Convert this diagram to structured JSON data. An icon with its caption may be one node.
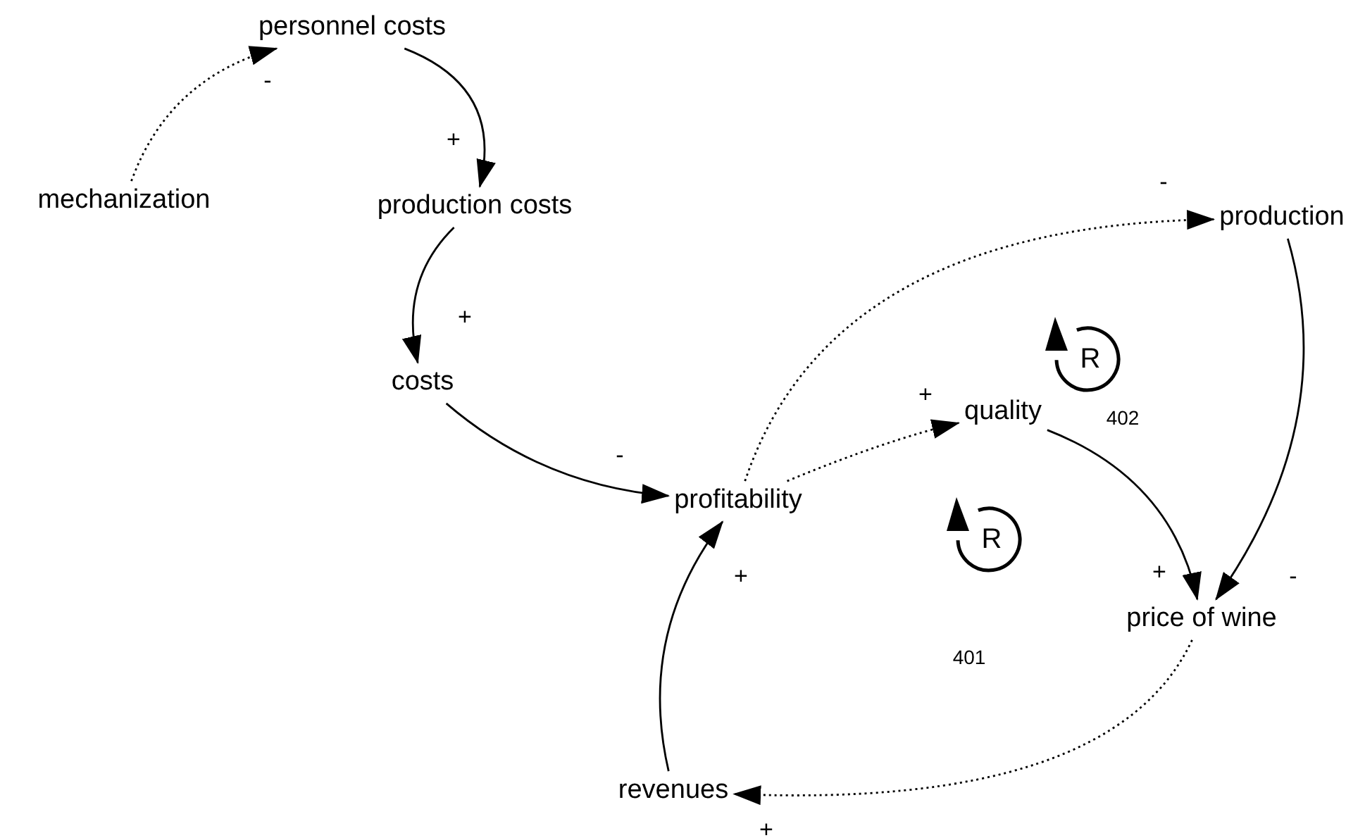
{
  "diagram": {
    "nodes": [
      {
        "text": [
          "personnel costs"
        ]
      },
      {
        "text": [
          "mechanization"
        ]
      },
      {
        "text": [
          "production costs"
        ]
      },
      {
        "text": [
          "costs"
        ]
      },
      {
        "text": [
          "profitability"
        ]
      },
      {
        "text": [
          "production"
        ]
      },
      {
        "text": [
          "quality"
        ]
      },
      {
        "text": [
          "price of wine"
        ]
      },
      {
        "text": [
          "revenues"
        ]
      }
    ],
    "edges": [
      {
        "from": 1,
        "to": 0,
        "arrow": "to",
        "label": "-",
        "style": "dashed"
      },
      {
        "from": 0,
        "to": 2,
        "arrow": "to",
        "label": "+"
      },
      {
        "from": 2,
        "to": 3,
        "arrow": "to",
        "label": "+"
      },
      {
        "from": 3,
        "to": 4,
        "arrow": "to",
        "label": "-"
      },
      {
        "from": 4,
        "to": 5,
        "arrow": "to",
        "label": "-",
        "style": "dashed"
      },
      {
        "from": 4,
        "to": 6,
        "arrow": "to",
        "label": "+",
        "style": "dashed"
      },
      {
        "from": 6,
        "to": 7,
        "arrow": "to",
        "label": "+"
      },
      {
        "from": 5,
        "to": 7,
        "arrow": "to",
        "label": "-"
      },
      {
        "from": 7,
        "to": 8,
        "arrow": "to",
        "label": "+",
        "style": "dashed"
      },
      {
        "from": 8,
        "to": 4,
        "arrow": "to",
        "label": "+"
      }
    ],
    "labels": [
      "R",
      "402",
      "R",
      "401"
    ]
  }
}
